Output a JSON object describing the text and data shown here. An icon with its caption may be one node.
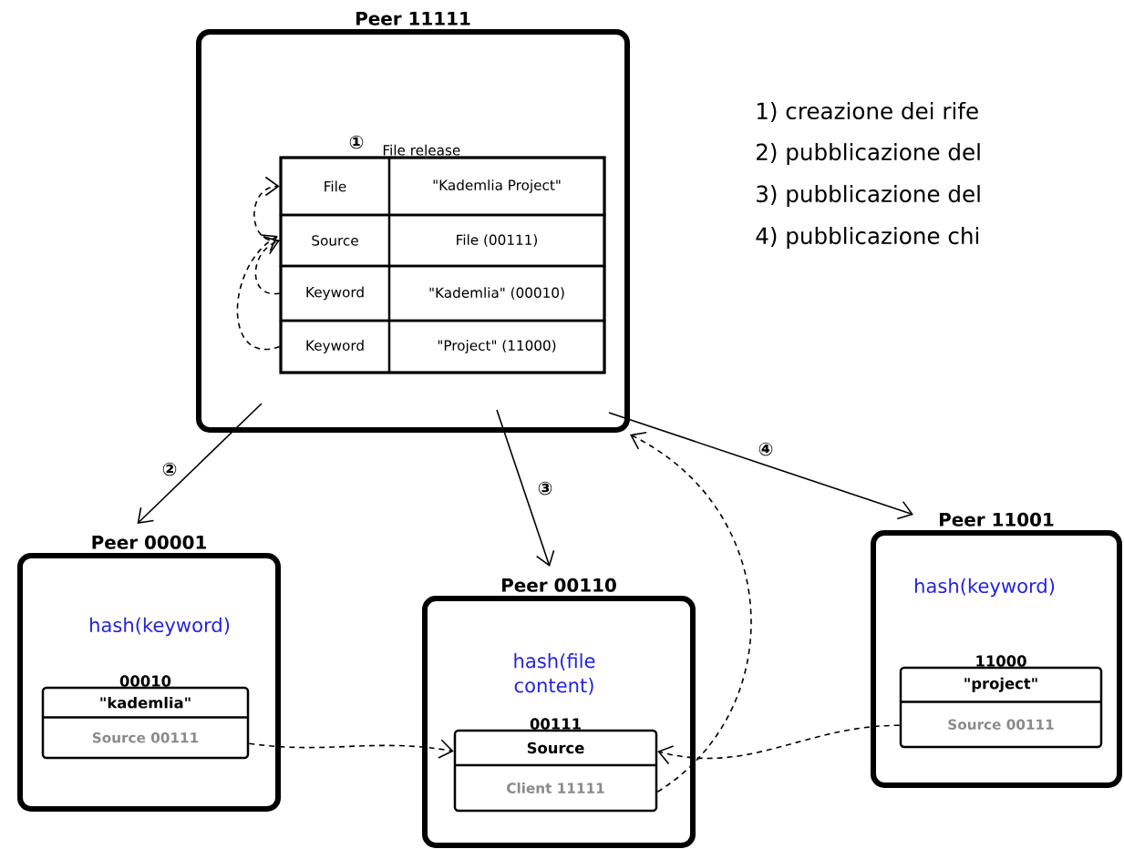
{
  "diagram": {
    "nodes": [
      {
        "text": [
          "Peer 11111"
        ]
      },
      {
        "text": [
          "File release"
        ],
        "in": 0
      },
      {
        "text": [
          "File",
          "\"Kademlia Project\""
        ],
        "in": 1
      },
      {
        "text": [
          "Source",
          "File (00111)"
        ],
        "in": 1
      },
      {
        "text": [
          "Keyword",
          "\"Kademlia\" (00010)"
        ],
        "in": 1
      },
      {
        "text": [
          "Keyword",
          "\"Project\" (11000)"
        ],
        "in": 1
      },
      {
        "text": [
          "Peer 00001",
          "hash(keyword)"
        ]
      },
      {
        "text": [
          "00010",
          "\"kademlia\"",
          "Source 00111"
        ],
        "in": 6
      },
      {
        "text": [
          "Peer 00110",
          "hash(file content)"
        ]
      },
      {
        "text": [
          "00111",
          "Source",
          "Client 11111"
        ],
        "in": 8
      },
      {
        "text": [
          "Peer 11001",
          "hash(keyword)"
        ]
      },
      {
        "text": [
          "11000",
          "\"project\"",
          "Source 00111"
        ],
        "in": 10
      }
    ],
    "edges": [
      {
        "from": 3,
        "to": 2,
        "arrow": "to",
        "style": "dashed"
      },
      {
        "from": 4,
        "to": 3,
        "arrow": "to",
        "style": "dashed"
      },
      {
        "from": 5,
        "to": 3,
        "arrow": "to",
        "style": "dashed"
      },
      {
        "from": 0,
        "to": 6,
        "arrow": "to",
        "label": "②"
      },
      {
        "from": 0,
        "to": 8,
        "arrow": "to",
        "label": "③"
      },
      {
        "from": 0,
        "to": 10,
        "arrow": "to",
        "label": "④"
      },
      {
        "from": 7,
        "to": 9,
        "arrow": "to",
        "style": "dashed"
      },
      {
        "from": 11,
        "to": 9,
        "arrow": "to",
        "style": "dashed"
      },
      {
        "from": 9,
        "to": 0,
        "arrow": "to",
        "style": "dashed"
      }
    ],
    "labels": [
      "①",
      "1) creazione dei rife",
      "2) pubblicazione del",
      "3) pubblicazione del",
      "4) pubblicazione chi"
    ]
  }
}
